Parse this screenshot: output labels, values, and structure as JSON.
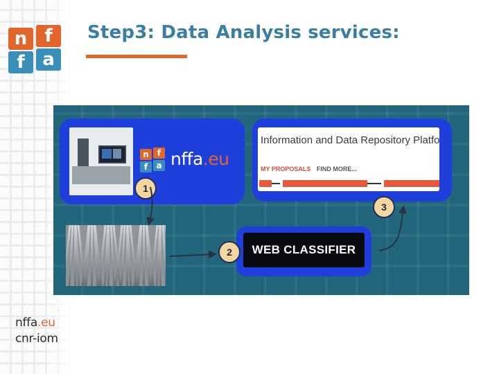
{
  "slide": {
    "title": "Step3: Data Analysis services:",
    "accent_color": "#e2652b",
    "title_color": "#3a7fa3"
  },
  "logo": {
    "letters": [
      "n",
      "f",
      "f",
      "a"
    ],
    "tile_colors": [
      "#e2652b",
      "#e2652b",
      "#3a8fb8",
      "#3a8fb8"
    ]
  },
  "figure": {
    "box_color": "#1e3fdc",
    "background_color": "#21667d",
    "brand_text_main": "nffa",
    "brand_text_suffix": ".eu",
    "irp_title": "Information and Data Repository Platform",
    "irp_nav": [
      "MY PROPOSALS",
      "FIND MORE..."
    ],
    "classifier_label": "WEB CLASSIFIER",
    "steps": [
      "1",
      "2",
      "3"
    ]
  },
  "footer": {
    "line1_main": "nffa",
    "line1_suffix": ".eu",
    "line2": "cnr-iom"
  }
}
